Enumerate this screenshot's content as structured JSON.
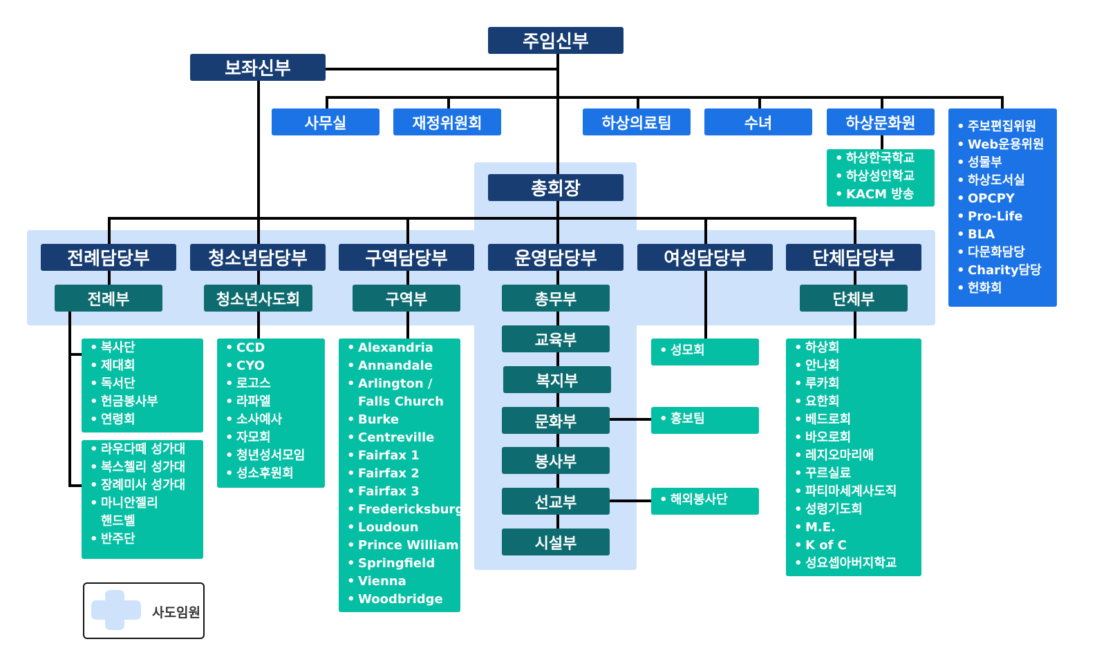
{
  "colors": {
    "navy": "#173d73",
    "blue": "#1b73e6",
    "dark_teal": "#0e6b6f",
    "teal": "#04bfa3",
    "light_bg": "#cfe2fc",
    "line": "#000000"
  },
  "top": {
    "pastor": "주임신부",
    "assistant": "보좌신부"
  },
  "staff": [
    "사무실",
    "재정위원회",
    "하상의료팀",
    "수녀",
    "하상문화원"
  ],
  "culture_center_items": [
    "하상한국학교",
    "하상성인학교",
    "KACM 방송"
  ],
  "committee_items": [
    "주보편집위원",
    "Web운용위원",
    "성물부",
    "하상도서실",
    "OPCPY",
    "Pro-Life",
    "BLA",
    "다문화담당",
    "Charity담당",
    "헌화회"
  ],
  "president": "총회장",
  "departments": [
    "전례담당부",
    "청소년담당부",
    "구역담당부",
    "운영담당부",
    "여성담당부",
    "단체담당부"
  ],
  "subs": {
    "liturgy": "전례부",
    "youth": "청소년사도회",
    "district": "구역부",
    "organization": "단체부"
  },
  "ops_subs": [
    "총무부",
    "교육부",
    "복지부",
    "문화부",
    "봉사부",
    "선교부",
    "시설부"
  ],
  "liturgy_items_1": [
    "복사단",
    "제대회",
    "독서단",
    "헌금봉사부",
    "연령회"
  ],
  "liturgy_items_2": [
    "라우다떼 성가대",
    "복스첼리 성가대",
    "장례미사 성가대",
    "마니안젤리\n핸드벨",
    "반주단"
  ],
  "youth_items": [
    "CCD",
    "CYO",
    "로고스",
    "라파엘",
    "소사예사",
    "자모회",
    "청년성서모임",
    "성소후원회"
  ],
  "district_items": [
    "Alexandria",
    "Annandale",
    "Arlington /\nFalls Church",
    "Burke",
    "Centreville",
    "Fairfax 1",
    "Fairfax 2",
    "Fairfax 3",
    "Fredericksburg",
    "Loudoun",
    "Prince William",
    "Springfield",
    "Vienna",
    "Woodbridge"
  ],
  "women_items": [
    "성모회"
  ],
  "culture_dept_items": [
    "홍보팀"
  ],
  "mission_items": [
    "해외봉사단"
  ],
  "org_items": [
    "하상회",
    "안나회",
    "루카회",
    "요한회",
    "베드로회",
    "바오로회",
    "레지오마리애",
    "꾸르실료",
    "파티마세계사도직",
    "성령기도회",
    "M.E.",
    "K of C",
    "성요셉아버지학교"
  ],
  "legend": {
    "label": "사도임원"
  }
}
